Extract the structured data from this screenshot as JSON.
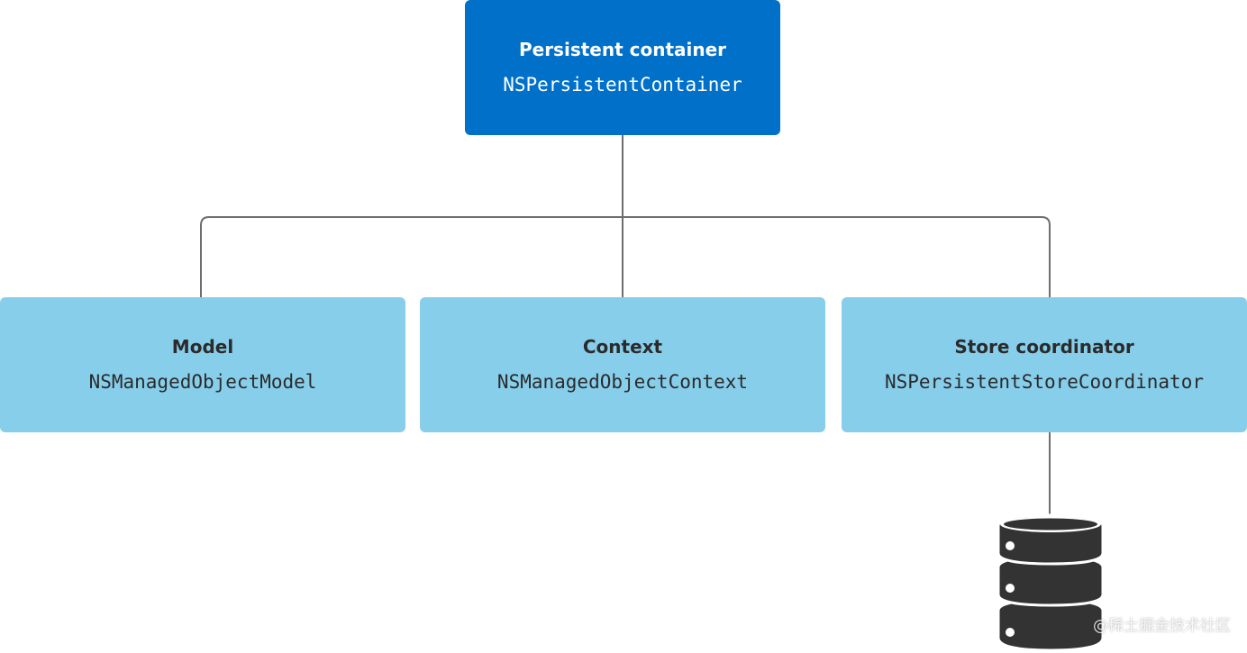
{
  "colors": {
    "root_box": "#0070c9",
    "child_box": "#87ceeb",
    "root_text": "#ffffff",
    "child_text": "#2b2b2b",
    "connector": "#6e6e6e",
    "database": "#333333"
  },
  "diagram": {
    "root": {
      "title": "Persistent container",
      "class_name": "NSPersistentContainer"
    },
    "children": [
      {
        "title": "Model",
        "class_name": "NSManagedObjectModel"
      },
      {
        "title": "Context",
        "class_name": "NSManagedObjectContext"
      },
      {
        "title": "Store coordinator",
        "class_name": "NSPersistentStoreCoordinator"
      }
    ],
    "store_icon": "database-icon"
  },
  "watermark": "@稀土掘金技术社区"
}
